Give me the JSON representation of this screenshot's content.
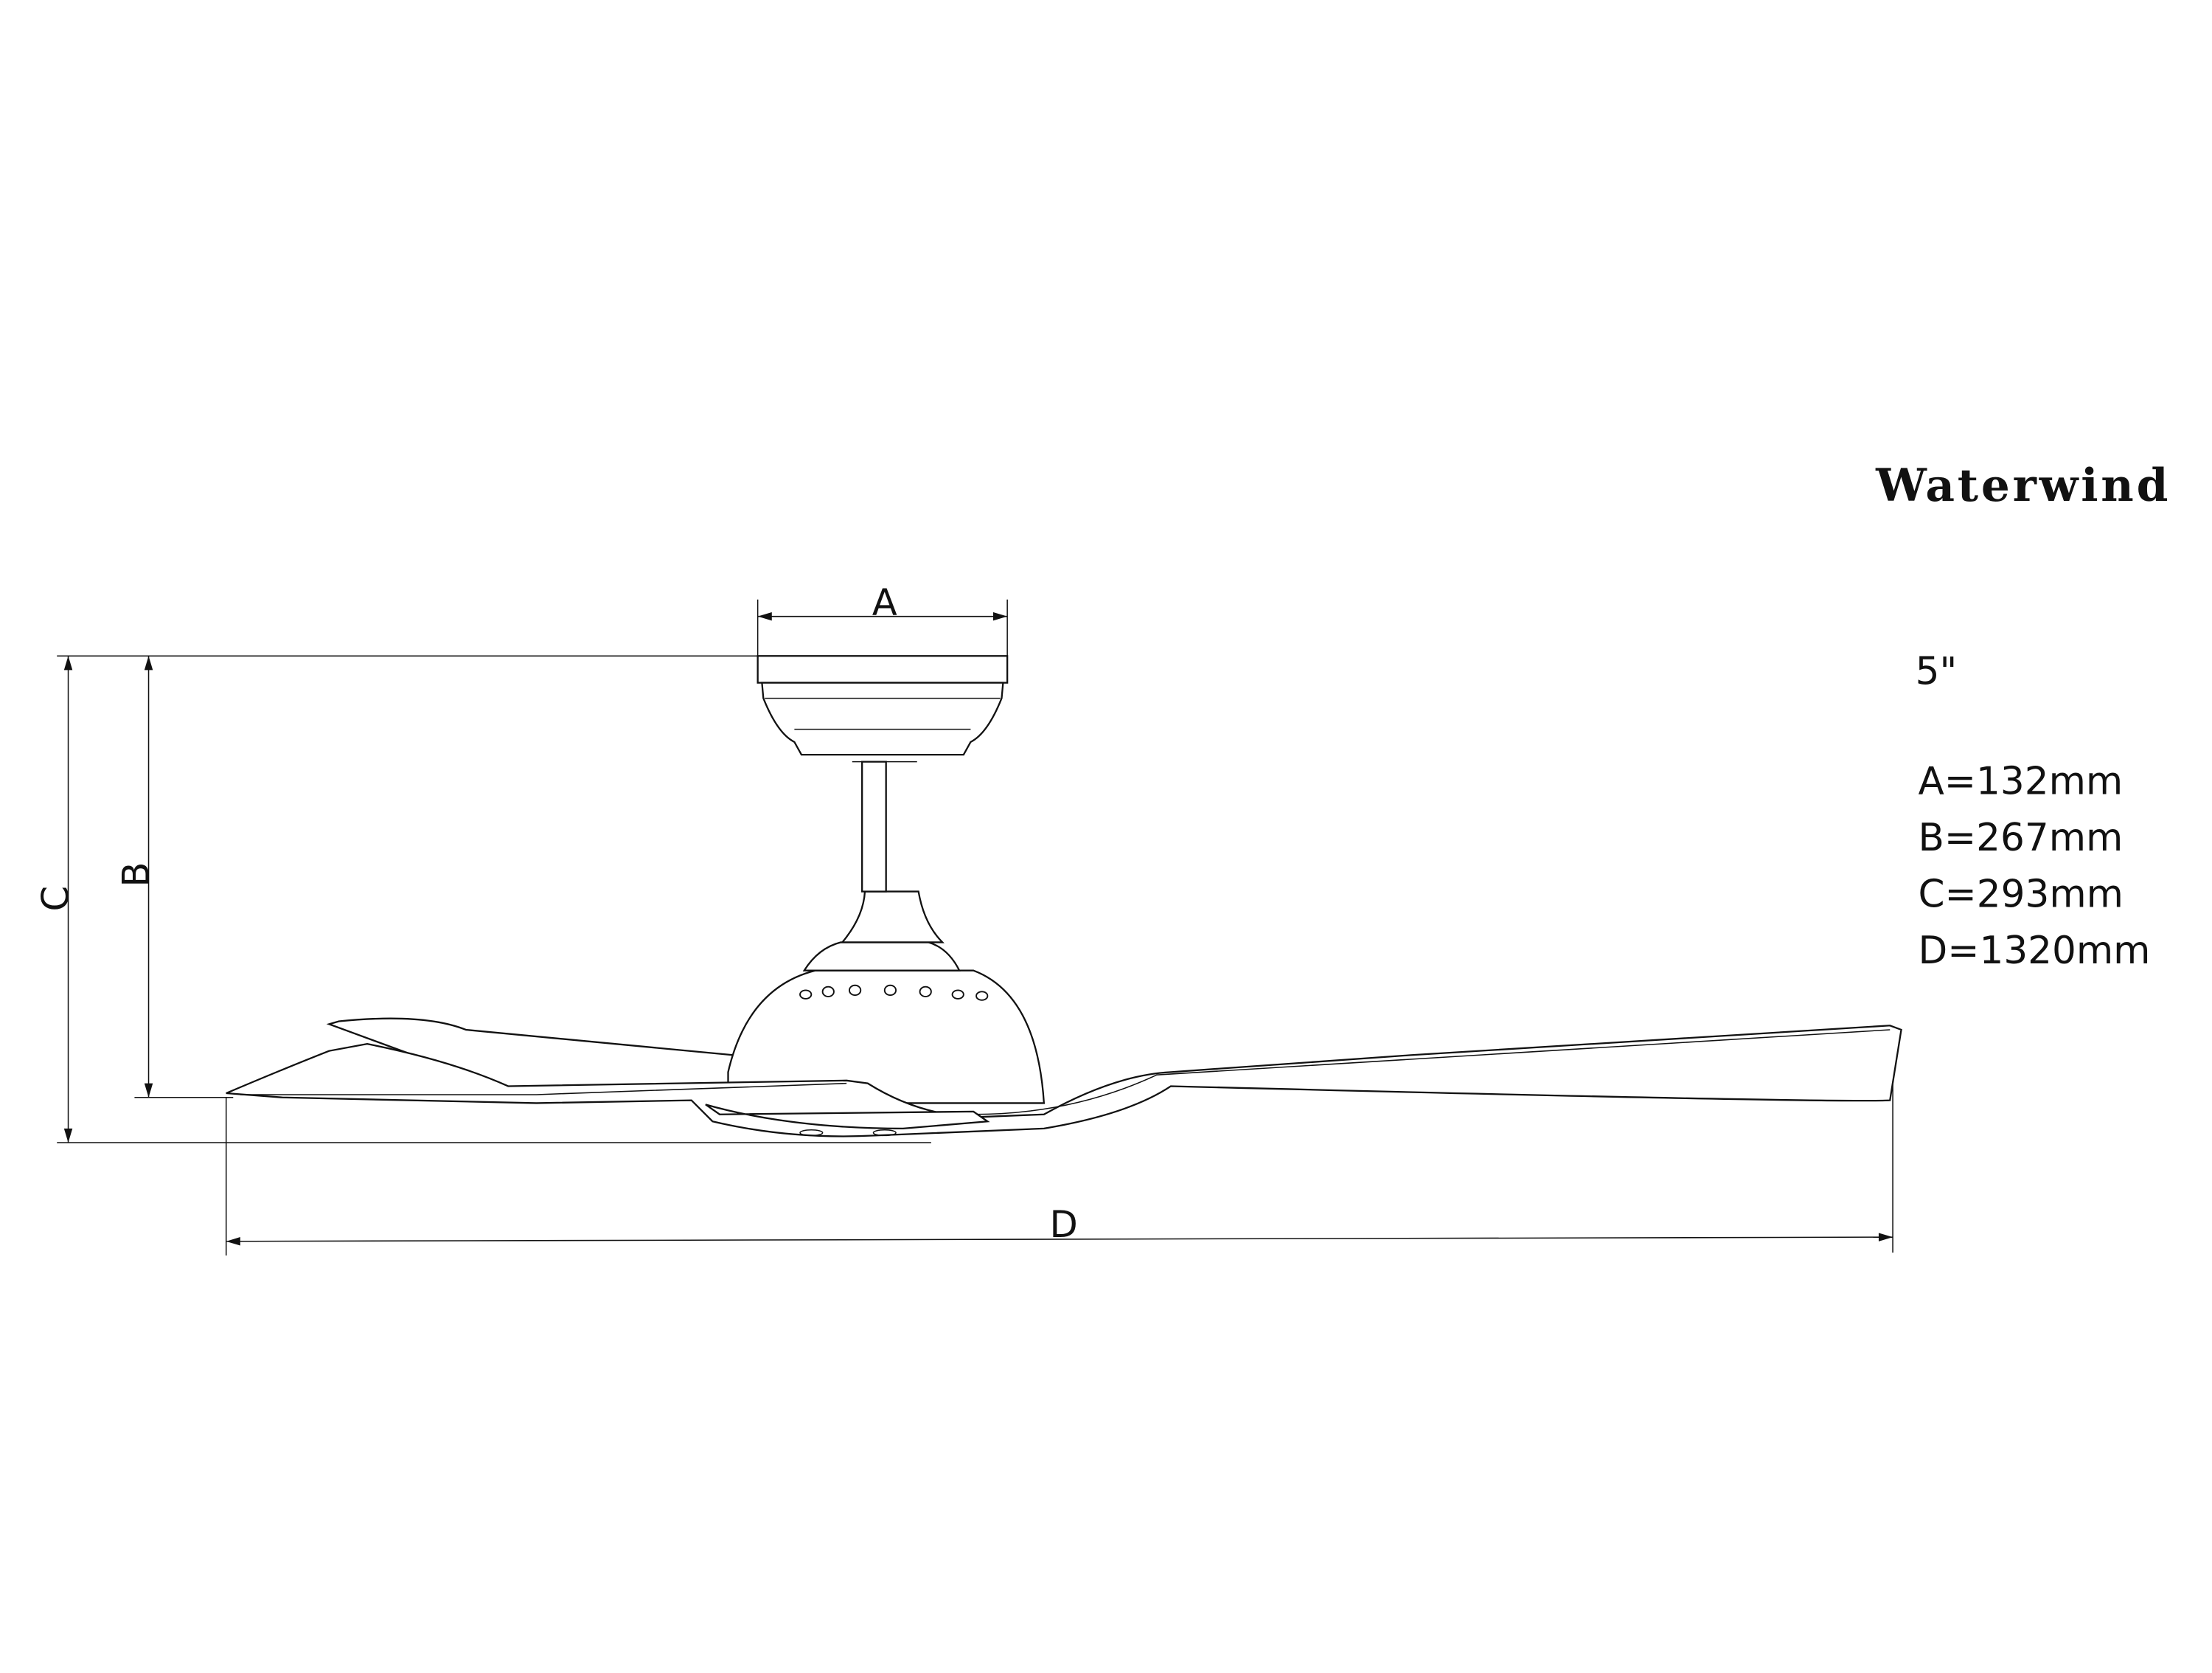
{
  "brand": "Waterwind",
  "size": "5\"",
  "dimension_labels": {
    "a": "A",
    "b": "B",
    "c": "C",
    "d": "D"
  },
  "specs": [
    "A=132mm",
    "B=267mm",
    "C=293mm",
    "D=1320mm"
  ]
}
